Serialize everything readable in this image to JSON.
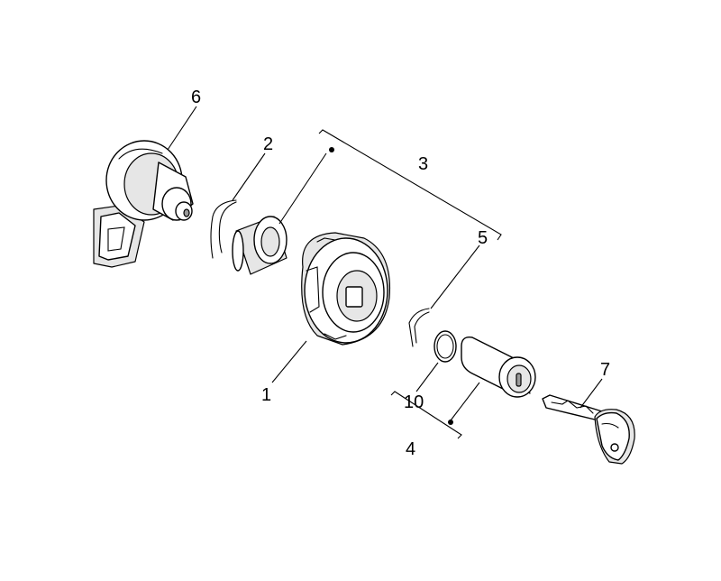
{
  "callouts": {
    "c1": "1",
    "c2": "2",
    "c3": "3",
    "c4": "4",
    "c5": "5",
    "c6": "6",
    "c7": "7",
    "c10": "10"
  },
  "colors": {
    "line": "#000000",
    "shade": "#e6e6e6",
    "background": "#ffffff"
  }
}
